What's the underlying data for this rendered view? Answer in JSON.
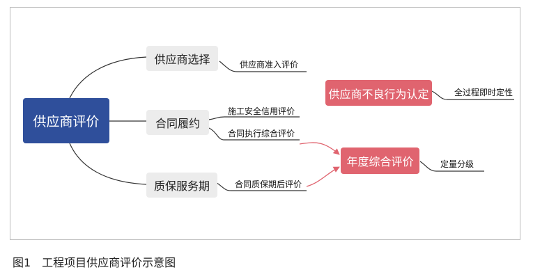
{
  "diagram": {
    "root": "供应商评价",
    "branches": [
      {
        "label": "供应商选择",
        "leaves": [
          "供应商准入评价"
        ]
      },
      {
        "label": "合同履约",
        "leaves": [
          "施工安全信用评价",
          "合同执行综合评价"
        ]
      },
      {
        "label": "质保服务期",
        "leaves": [
          "合同质保期后评价"
        ]
      }
    ],
    "bad_behavior": {
      "label": "供应商不良行为认定",
      "leaf": "全过程即时定性"
    },
    "annual": {
      "label": "年度综合评价",
      "leaf": "定量分级"
    },
    "colors": {
      "root": "#2f4f9b",
      "branch": "#ececec",
      "highlight": "#e0646f",
      "line": "#333333"
    }
  },
  "caption": "图1　工程项目供应商评价示意图"
}
